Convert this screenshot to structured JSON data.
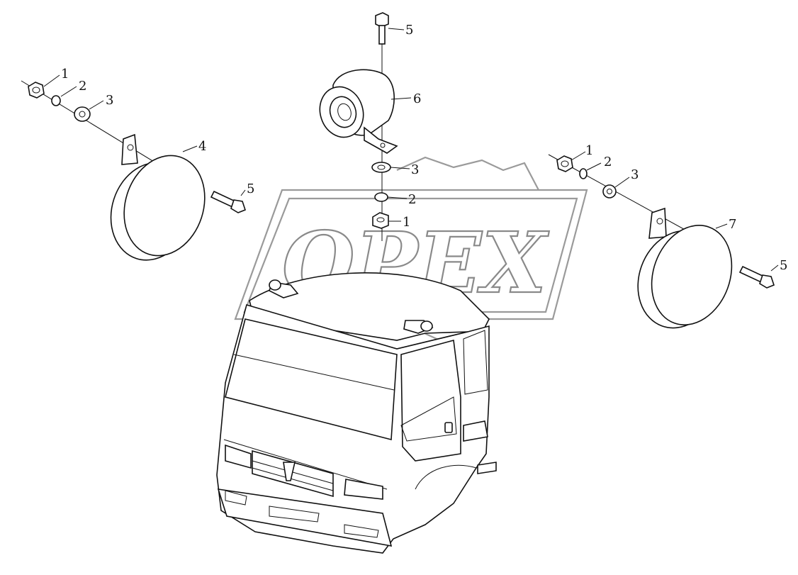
{
  "diagram": {
    "callouts": {
      "left_nut": "1",
      "left_lock_washer": "2",
      "left_flat_washer": "3",
      "left_horn": "4",
      "left_bolt": "5",
      "top_bolt": "5",
      "top_unit": "6",
      "top_flat_washer": "3",
      "top_lock_washer": "2",
      "top_nut": "1",
      "right_nut": "1",
      "right_lock_washer": "2",
      "right_flat_washer": "3",
      "right_horn": "7",
      "right_bolt": "5"
    },
    "watermark": "OPEX"
  }
}
